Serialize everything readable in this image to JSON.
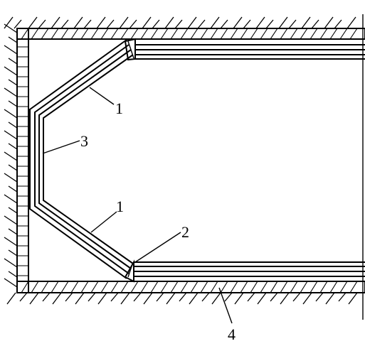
{
  "callouts": {
    "c1_upper": "1",
    "c1_lower": "1",
    "c2": "2",
    "c3": "3",
    "c4": "4"
  }
}
